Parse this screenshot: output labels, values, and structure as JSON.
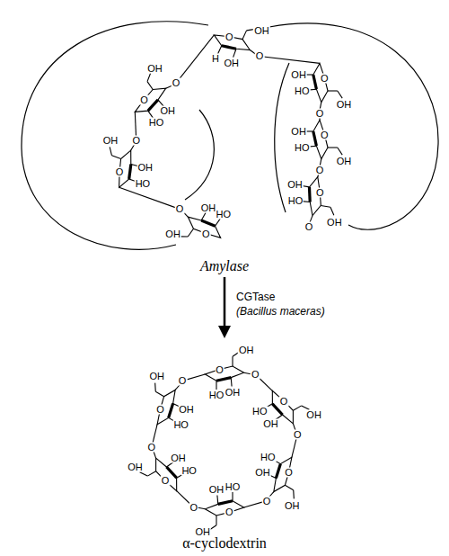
{
  "diagram": {
    "labels": [
      "Amylase",
      "CGTase",
      "(Bacillus maceras)",
      "α-cyclodextrin",
      "OH",
      "HO",
      "OH",
      "O",
      "O",
      "OH",
      "HO",
      "OH",
      "O",
      "O",
      "OH",
      "HO",
      "OH",
      "O",
      "O",
      "OH",
      "H",
      "OH",
      "O",
      "O",
      "OH",
      "OH",
      "HO",
      "O",
      "O",
      "OH",
      "OH",
      "HO",
      "O",
      "O",
      "OH",
      "OH",
      "HO",
      "O",
      "O",
      "OH",
      "HO",
      "OH",
      "O",
      "O",
      "OH",
      "HO",
      "OH",
      "O",
      "O",
      "OH",
      "HO",
      "OH",
      "O",
      "O",
      "OH",
      "HO",
      "OH",
      "O",
      "O",
      "OH",
      "HO",
      "OH",
      "O",
      "O",
      "OH",
      "HO",
      "OH",
      "O",
      "O"
    ]
  }
}
